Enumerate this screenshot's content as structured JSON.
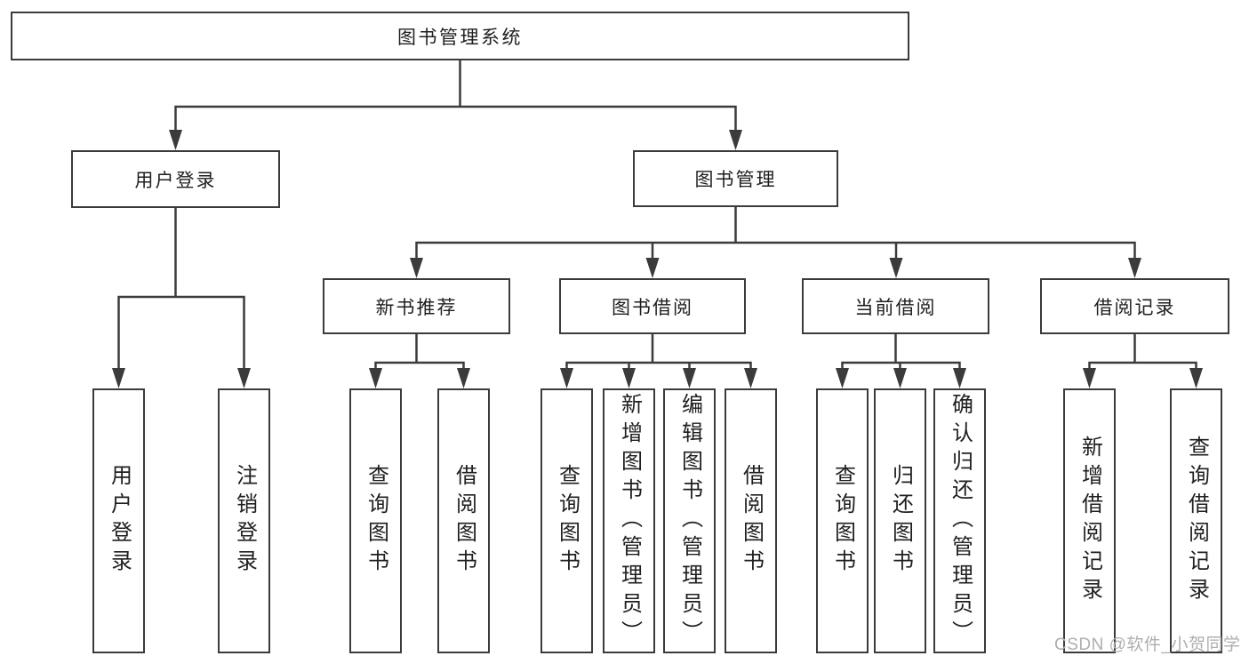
{
  "diagram": {
    "title": "图书管理系统",
    "nodes": {
      "root": "图书管理系统",
      "user_login": "用户登录",
      "book_management": "图书管理",
      "new_book_recommend": "新书推荐",
      "book_borrow": "图书借阅",
      "current_borrow": "当前借阅",
      "borrow_records": "借阅记录",
      "leaf_user_login": "用户登录",
      "leaf_logout": "注销登录",
      "leaf_rec_query_book": "查询图书",
      "leaf_rec_borrow_book": "借阅图书",
      "leaf_bor_query_book": "查询图书",
      "leaf_bor_add_book_admin": "新增图书（管理员）",
      "leaf_bor_edit_book_admin": "编辑图书（管理员）",
      "leaf_bor_borrow_book": "借阅图书",
      "leaf_cur_query_book": "查询图书",
      "leaf_cur_return_book": "归还图书",
      "leaf_cur_confirm_return_admin": "确认归还（管理员）",
      "leaf_rcd_add_record": "新增借阅记录",
      "leaf_rcd_query_record": "查询借阅记录"
    },
    "colors": {
      "line": "#3b3b3b",
      "box_border": "#3b3b3b",
      "text": "#1f1f1f",
      "background": "#ffffff",
      "watermark": "#aeaeae"
    }
  },
  "watermark": {
    "text": "CSDN @软件_小贺同学"
  }
}
